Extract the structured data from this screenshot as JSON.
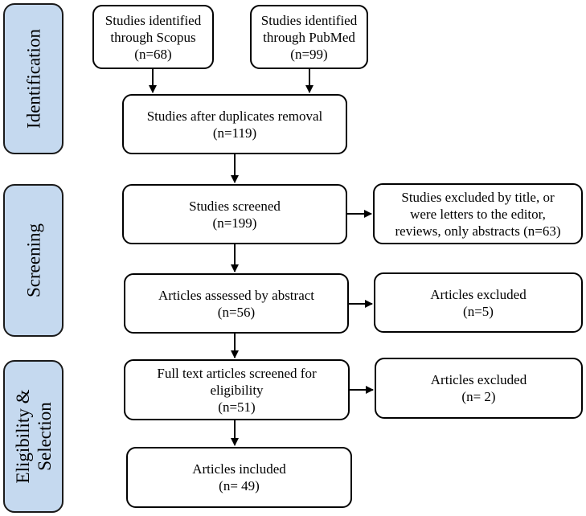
{
  "phases": {
    "identification": "Identification",
    "screening": "Screening",
    "eligibility_line1": "Eligibility &",
    "eligibility_line2": "Selection"
  },
  "boxes": {
    "scopus": [
      "Studies identified",
      "through Scopus",
      "(n=68)"
    ],
    "pubmed": [
      "Studies identified",
      "through PubMed",
      "(n=99)"
    ],
    "duplicates_removed": [
      "Studies after duplicates removal",
      "(n=119)"
    ],
    "screened": [
      "Studies screened",
      "(n=199)"
    ],
    "excluded_title": [
      "Studies excluded by title, or",
      "were letters to the editor,",
      "reviews, only abstracts (n=63)"
    ],
    "assessed_abstract": [
      "Articles assessed by abstract",
      "(n=56)"
    ],
    "excluded_abstract": [
      "Articles excluded",
      "(n=5)"
    ],
    "full_text": [
      "Full text articles screened for",
      "eligibility",
      "(n=51)"
    ],
    "excluded_full_text": [
      "Articles excluded",
      "(n= 2)"
    ],
    "included": [
      "Articles included",
      "(n= 49)"
    ]
  }
}
